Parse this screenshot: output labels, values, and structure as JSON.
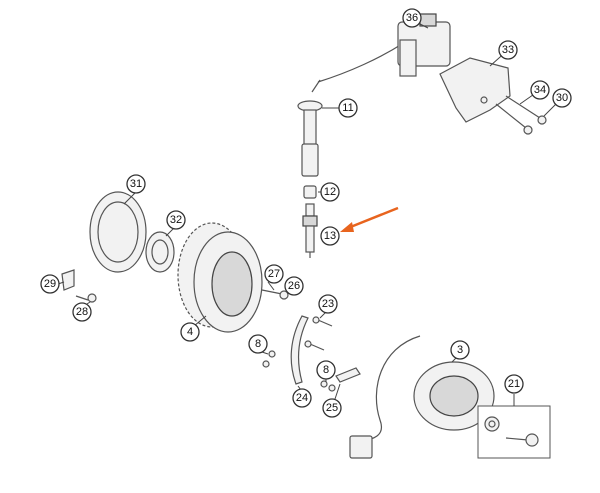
{
  "highlight_color": "#e8641e",
  "callouts": {
    "c36": "36",
    "c33": "33",
    "c34": "34",
    "c30": "30",
    "c11": "11",
    "c12": "12",
    "c13": "13",
    "c31": "31",
    "c32": "32",
    "c27": "27",
    "c26": "26",
    "c29": "29",
    "c28": "28",
    "c4": "4",
    "c23": "23",
    "c8a": "8",
    "c8b": "8",
    "c24": "24",
    "c25": "25",
    "c3": "3",
    "c21": "21"
  }
}
